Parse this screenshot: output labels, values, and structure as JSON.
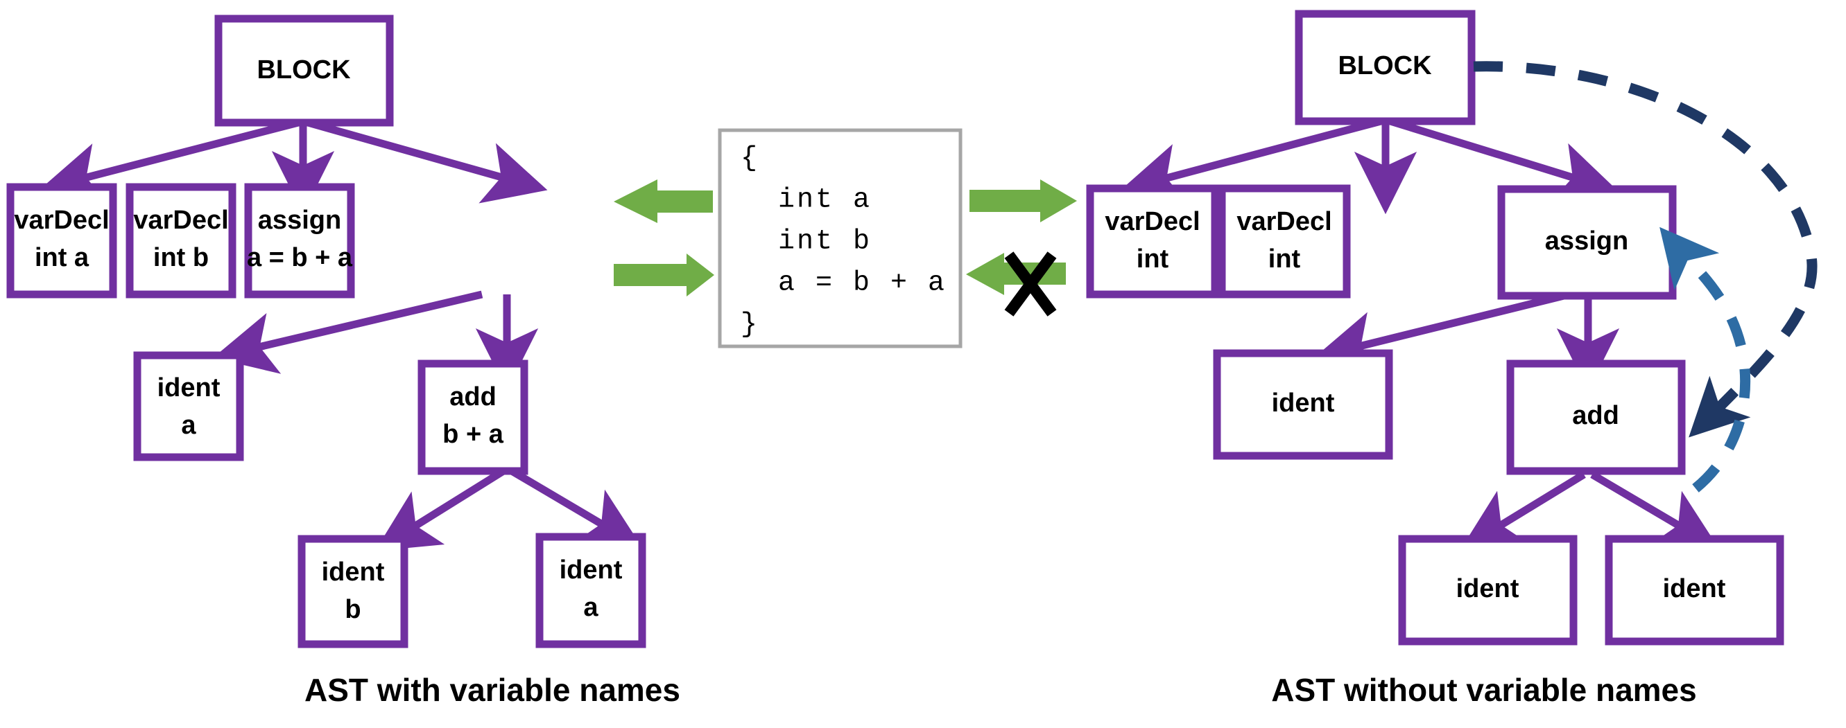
{
  "colors": {
    "node_border": "#7030A0",
    "node_fill": "#FFFFFF",
    "edge": "#7030A0",
    "green_arrow": "#70AD47",
    "code_box_border": "#A6A6A6",
    "dashed_dark": "#1F3864",
    "dashed_light": "#2E6CA4",
    "text": "#000000",
    "background": "#FFFFFF"
  },
  "left_tree": {
    "caption": "AST with variable names",
    "nodes": {
      "block": {
        "line1": "BLOCK",
        "line2": ""
      },
      "vardecl_a": {
        "line1": "varDecl",
        "line2": "int a"
      },
      "vardecl_b": {
        "line1": "varDecl",
        "line2": "int b"
      },
      "assign": {
        "line1": "assign",
        "line2": "a = b + a"
      },
      "ident_a1": {
        "line1": "ident",
        "line2": "a"
      },
      "add": {
        "line1": "add",
        "line2": "b + a"
      },
      "ident_b": {
        "line1": "ident",
        "line2": "b"
      },
      "ident_a2": {
        "line1": "ident",
        "line2": "a"
      }
    }
  },
  "right_tree": {
    "caption": "AST without variable names",
    "nodes": {
      "block": {
        "line1": "BLOCK",
        "line2": ""
      },
      "vardecl_1": {
        "line1": "varDecl",
        "line2": "int"
      },
      "vardecl_2": {
        "line1": "varDecl",
        "line2": "int"
      },
      "assign": {
        "line1": "assign",
        "line2": ""
      },
      "ident_1": {
        "line1": "ident",
        "line2": ""
      },
      "add": {
        "line1": "add",
        "line2": ""
      },
      "ident_2": {
        "line1": "ident",
        "line2": ""
      },
      "ident_3": {
        "line1": "ident",
        "line2": ""
      }
    }
  },
  "code_box": {
    "lines": [
      "{",
      "  int a",
      "  int b",
      "  a = b + a",
      "}"
    ]
  },
  "annotations": {
    "left_arrow_label": "",
    "right_arrow_label": "",
    "blocked_marker": "X"
  }
}
